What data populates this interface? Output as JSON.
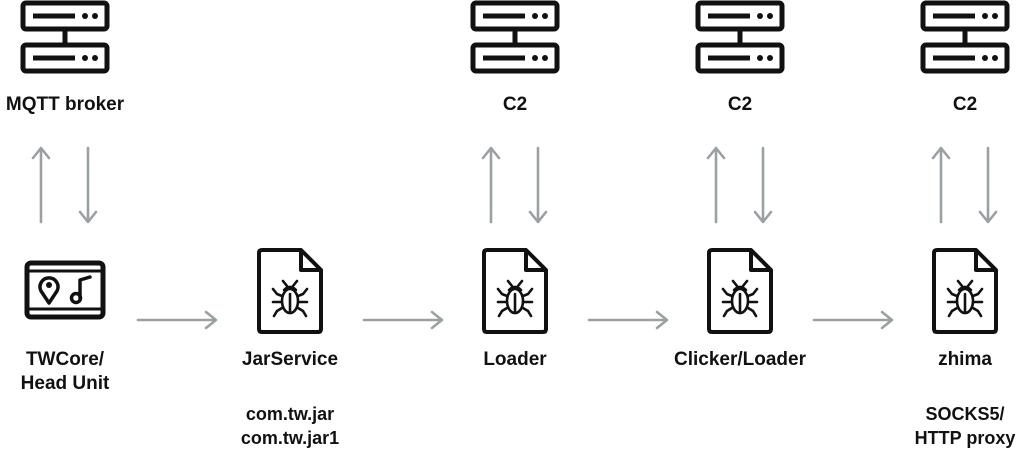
{
  "servers": [
    {
      "label": "MQTT broker"
    },
    {
      "label": "C2"
    },
    {
      "label": "C2"
    },
    {
      "label": "C2"
    }
  ],
  "nodes": [
    {
      "label_lines": [
        "TWCore/",
        "Head Unit"
      ],
      "icon": "head-unit-icon"
    },
    {
      "label_lines": [
        "JarService"
      ],
      "sub_lines": [
        "com.tw.jar",
        "com.tw.jar1"
      ],
      "icon": "malware-file-icon"
    },
    {
      "label_lines": [
        "Loader"
      ],
      "icon": "malware-file-icon"
    },
    {
      "label_lines": [
        "Clicker/Loader"
      ],
      "icon": "malware-file-icon"
    },
    {
      "label_lines": [
        "zhima"
      ],
      "sub_lines": [
        "SOCKS5/",
        "HTTP proxy"
      ],
      "icon": "malware-file-icon"
    }
  ],
  "colors": {
    "ink": "#111111",
    "arrow": "#9aa1a3"
  }
}
